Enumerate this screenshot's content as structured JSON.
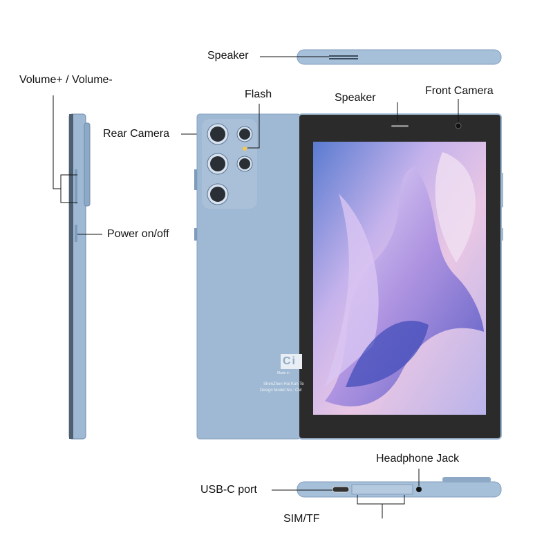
{
  "labels": {
    "speaker_top": "Speaker",
    "volume": "Volume+ / Volume-",
    "flash": "Flash",
    "speaker_front": "Speaker",
    "front_camera": "Front Camera",
    "rear_camera": "Rear Camera",
    "power": "Power on/off",
    "headphone_jack": "Headphone Jack",
    "usb_c": "USB-C port",
    "sim_tf": "SIM/TF"
  },
  "back_print": {
    "logo": "Ci",
    "origin": "Made in",
    "manufacturer": "ShenZhen Hui Kun Te",
    "model": "Design Model No.: CM"
  },
  "colors": {
    "body": "#9fb9d4",
    "body_dark": "#7f9cbc",
    "bezel": "#2b2b2b",
    "line": "#111111"
  }
}
